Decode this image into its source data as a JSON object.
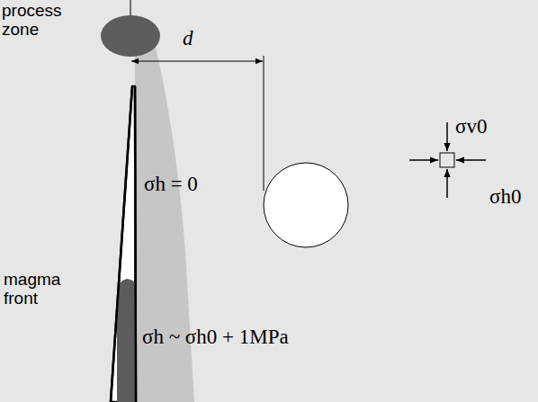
{
  "diagram": {
    "nodes": [
      {
        "text": [
          "process zone"
        ]
      }
    ],
    "labels": [
      "d",
      "σh = 0",
      "magma front",
      "σh ~ σh0 + 1MPa",
      "σv0",
      "σh0"
    ]
  }
}
